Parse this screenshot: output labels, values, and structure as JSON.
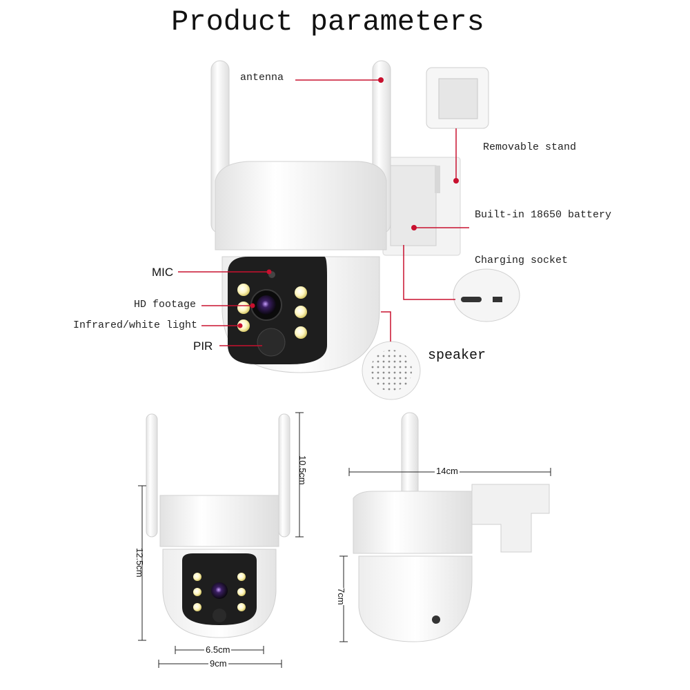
{
  "title": "Product parameters",
  "callouts": {
    "antenna": "antenna",
    "removable_stand": "Removable stand",
    "battery": "Built-in 18650 battery",
    "charging_socket": "Charging socket",
    "mic": "MIC",
    "hd_footage": "HD footage",
    "infrared_light": "Infrared/white light",
    "pir": "PIR",
    "speaker": "speaker"
  },
  "dimensions": {
    "antenna_height": "10.5cm",
    "body_height": "12.5cm",
    "lens_width": "6.5cm",
    "body_width": "9cm",
    "depth": "14cm",
    "dome_height": "7cm"
  },
  "colors": {
    "callout_line": "#c8102e",
    "body": "#f4f4f4",
    "lens_panel": "#1e1e1e"
  }
}
